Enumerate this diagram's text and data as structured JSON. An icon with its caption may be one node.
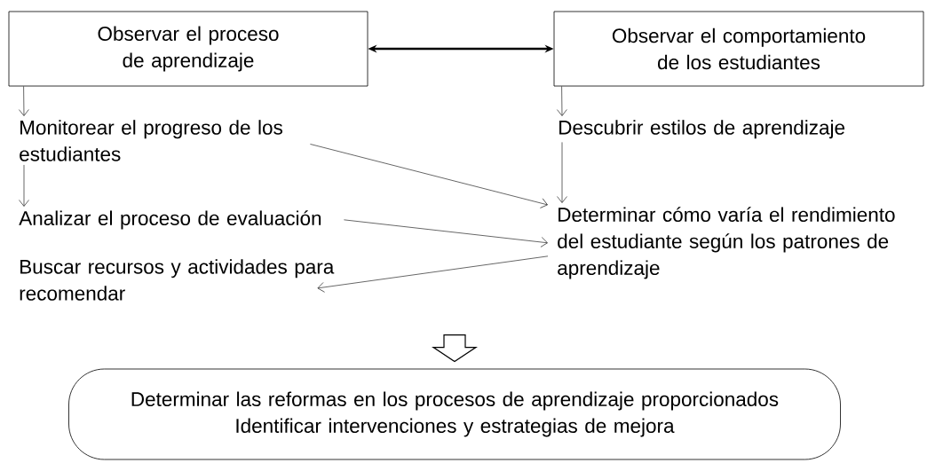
{
  "diagram": {
    "nodes": [
      {
        "text": [
          "Observar el proceso de aprendizaje"
        ]
      },
      {
        "text": [
          "Observar el comportamiento de los estudiantes"
        ]
      },
      {
        "text": [
          "Monitorear el progreso de los estudiantes"
        ]
      },
      {
        "text": [
          "Analizar el proceso de evaluación"
        ]
      },
      {
        "text": [
          "Buscar recursos y actividades para recomendar"
        ]
      },
      {
        "text": [
          "Descubrir estilos de aprendizaje"
        ]
      },
      {
        "text": [
          "Determinar cómo varía el rendimiento del estudiante según los patrones de aprendizaje"
        ]
      },
      {
        "text": [
          "Determinar las reformas en los procesos de aprendizaje proporcionados",
          "Identificar intervenciones y estrategias de mejora"
        ]
      }
    ],
    "edges": [
      {
        "from": 0,
        "to": 1,
        "arrow": "both",
        "style": "thick"
      },
      {
        "from": 0,
        "to": 2,
        "arrow": "to"
      },
      {
        "from": 2,
        "to": 3,
        "arrow": "to"
      },
      {
        "from": 1,
        "to": 5,
        "arrow": "to"
      },
      {
        "from": 5,
        "to": 6,
        "arrow": "to"
      },
      {
        "from": 2,
        "to": 6,
        "arrow": "to"
      },
      {
        "from": 3,
        "to": 6,
        "arrow": "to"
      },
      {
        "from": 6,
        "to": 4,
        "arrow": "to"
      },
      {
        "from": null,
        "to": 7,
        "arrow": "to",
        "style": "thick"
      }
    ]
  }
}
